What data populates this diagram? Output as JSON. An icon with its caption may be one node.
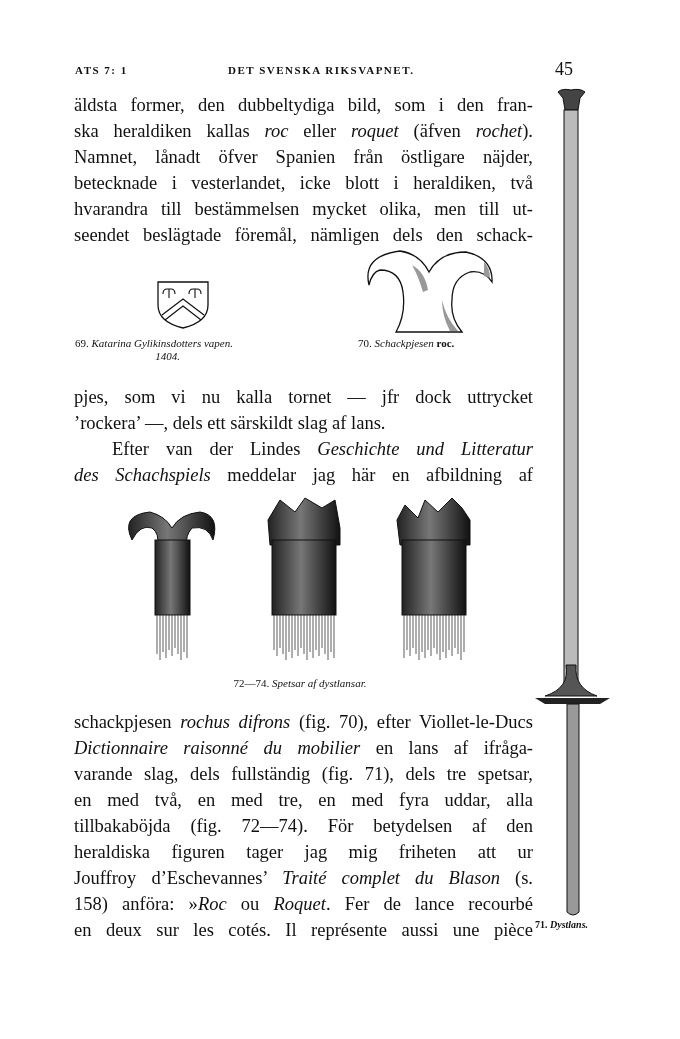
{
  "diagram": {
    "title": "DET SVENSKA RIKSVAPNET.",
    "labels": [
      "ATS 7: 1",
      "45",
      "äldsta former, den dubbeltydiga bild, som i den fran-",
      "ska heraldiken kallas *roc* eller *roquet* (äfven *rochet*).",
      "Namnet, lånadt öfver Spanien från östligare näjder,",
      "betecknade i vesterlandet, icke blott i heraldiken, två",
      "hvarandra till bestämmelsen mycket olika, men till ut-",
      "seendet beslägtade föremål, nämligen dels den schack-",
      "69. *Katarina Gylikinsdotters vapen.*",
      "*1404.*",
      "70. *Schackpjesen* **roc.**",
      "pjes, som vi nu kalla tornet — jfr dock uttrycket",
      "’rockera’ —, dels ett särskildt slag af lans.",
      "Efter van der Lindes *Geschichte und Litteratur*",
      "*des Schachspiels* meddelar jag här en afbildning af",
      "72—74. *Spetsar af dystlansar.*",
      "schackpjesen *rochus difrons* (fig. 70), efter Viollet-le-Ducs",
      "*Dictionnaire raisonné du mobilier* en lans af ifråga-",
      "varande slag, dels fullständig (fig. 71), dels tre spetsar,",
      "en med två, en med tre, en med fyra uddar, alla",
      "tillbakaböjda (fig. 72—74). För betydelsen af den",
      "heraldiska figuren tager jag mig friheten att ur",
      "Jouffroy d’Eschevannes’ *Traité complet du Blason* (s.",
      "158) anföra: »*Roc* ou *Roquet*. Fer de lance recourbé",
      "en deux sur les cotés. Il représente aussi une pièce",
      "71. *Dystlans.*"
    ]
  }
}
